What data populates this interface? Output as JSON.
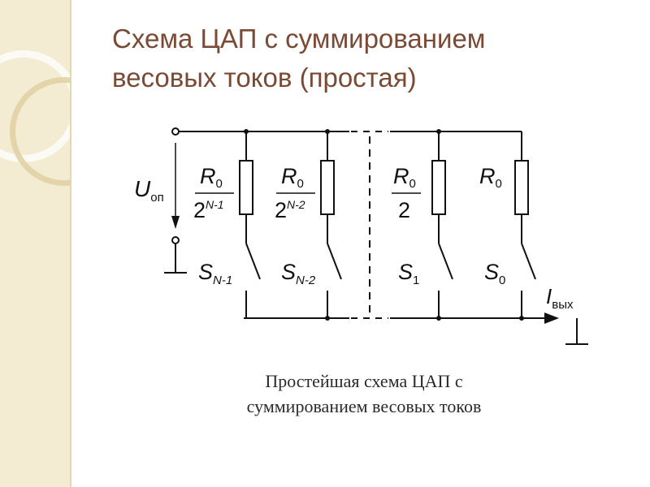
{
  "slide": {
    "title_line1": "Схема ЦАП с суммированием",
    "title_line2": "весовых токов (простая)"
  },
  "circuit": {
    "reference_voltage": {
      "symbol": "U",
      "subscript": "оп"
    },
    "output_current": {
      "symbol": "I",
      "subscript": "вых"
    },
    "branches": [
      {
        "resistor_numerator": "R",
        "resistor_numerator_sub": "0",
        "resistor_denominator": "2",
        "resistor_denominator_sup": "N-1",
        "switch": "S",
        "switch_sub": "N-1"
      },
      {
        "resistor_numerator": "R",
        "resistor_numerator_sub": "0",
        "resistor_denominator": "2",
        "resistor_denominator_sup": "N-2",
        "switch": "S",
        "switch_sub": "N-2"
      },
      {
        "resistor_numerator": "R",
        "resistor_numerator_sub": "0",
        "resistor_denominator": "2",
        "resistor_denominator_sup": "",
        "switch": "S",
        "switch_sub": "1"
      },
      {
        "resistor_numerator": "R",
        "resistor_numerator_sub": "0",
        "resistor_denominator": "",
        "resistor_denominator_sup": "",
        "switch": "S",
        "switch_sub": "0"
      }
    ]
  },
  "caption": {
    "line1": "Простейшая схема ЦАП с",
    "line2": "суммированием весовых токов"
  },
  "colors": {
    "title": "#7b4a35",
    "sidebar": "#f3ecd3",
    "wire": "#111111"
  }
}
